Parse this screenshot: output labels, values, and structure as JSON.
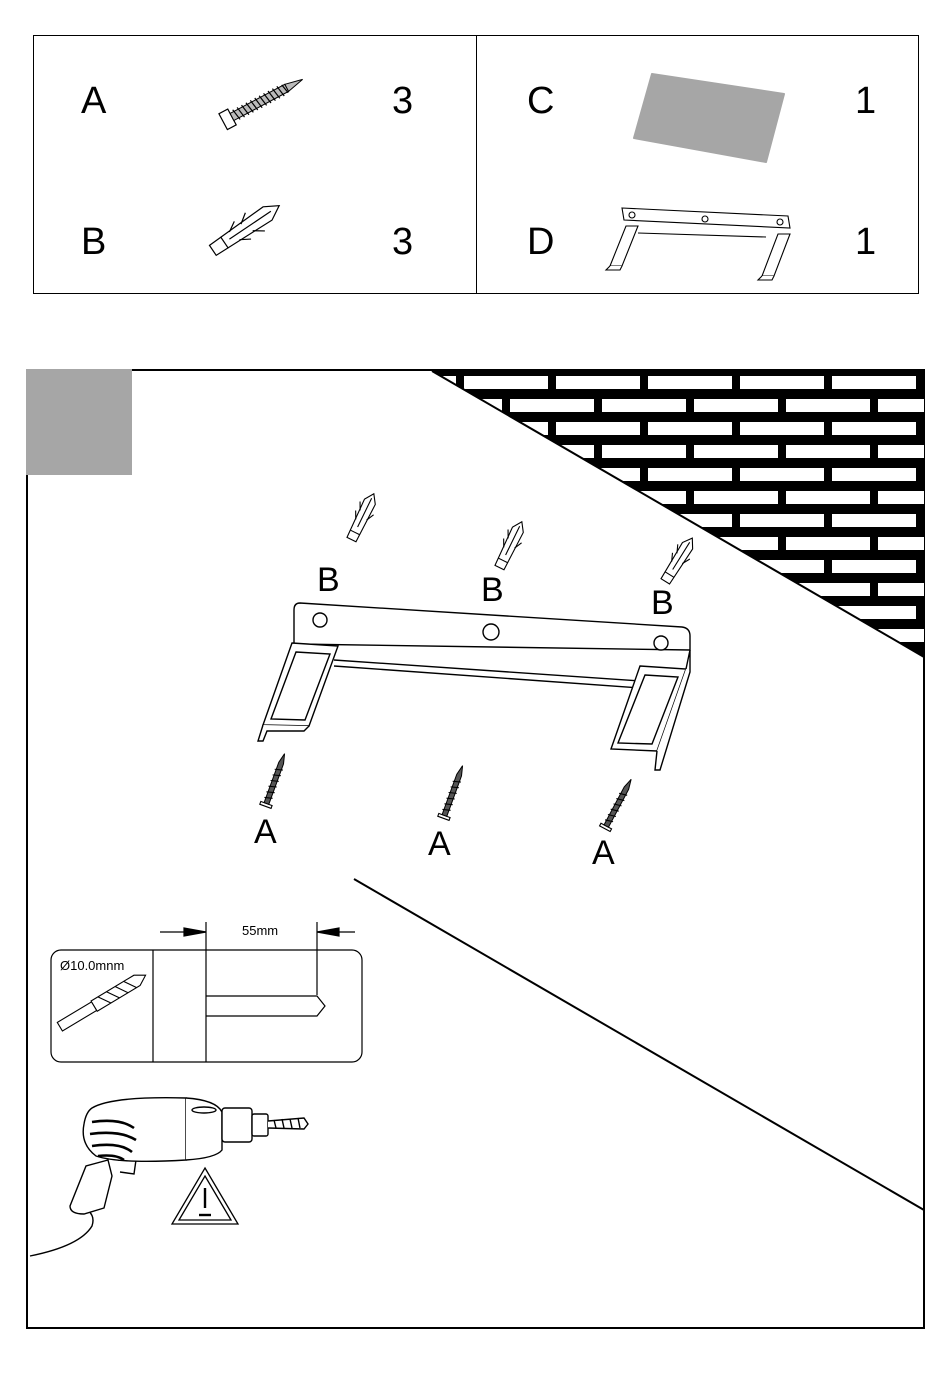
{
  "parts": [
    {
      "letter": "A",
      "quantity": "3",
      "icon": "screw-icon"
    },
    {
      "letter": "B",
      "quantity": "3",
      "icon": "wall-plug-icon"
    },
    {
      "letter": "C",
      "quantity": "1",
      "icon": "grey-pad-icon"
    },
    {
      "letter": "D",
      "quantity": "1",
      "icon": "bracket-icon"
    }
  ],
  "step": {
    "marker_color": "#a6a6a6",
    "plug_labels": [
      "B",
      "B",
      "B"
    ],
    "screw_labels": [
      "A",
      "A",
      "A"
    ],
    "drill_bit_size": "Ø10.0mnm",
    "drill_depth": "55mm",
    "warning_icon": "warning-triangle-icon",
    "tool_icon": "power-drill-icon"
  },
  "colors": {
    "line": "#000000",
    "pad_fill": "#a6a6a6",
    "background": "#ffffff"
  }
}
